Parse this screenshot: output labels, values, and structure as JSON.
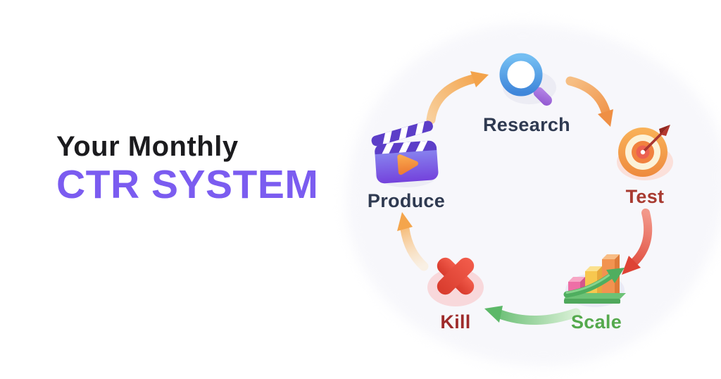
{
  "title": {
    "line1": "Your Monthly",
    "line2": "CTR SYSTEM"
  },
  "colors": {
    "background": "#ffffff",
    "title_dark": "#1b1b1e",
    "accent_purple": "#7b5cf0",
    "arrow_orange": "#f3a34b",
    "arrow_red": "#de4335",
    "arrow_green": "#5cb868"
  },
  "cycle": {
    "steps": [
      {
        "id": "research",
        "label": "Research",
        "icon": "magnifier-icon",
        "label_color": "#2f3a51"
      },
      {
        "id": "test",
        "label": "Test",
        "icon": "target-dart-icon",
        "label_color": "#a83a30"
      },
      {
        "id": "scale",
        "label": "Scale",
        "icon": "bar-chart-growth-icon",
        "label_color": "#55a94d"
      },
      {
        "id": "kill",
        "label": "Kill",
        "icon": "cross-icon",
        "label_color": "#9e2b2b"
      },
      {
        "id": "produce",
        "label": "Produce",
        "icon": "clapperboard-icon",
        "label_color": "#2f3a51"
      }
    ],
    "arrows": [
      {
        "from": "produce",
        "to": "research",
        "color": "#f3a34b"
      },
      {
        "from": "research",
        "to": "test",
        "color": "#ef8f44"
      },
      {
        "from": "test",
        "to": "scale",
        "color": "#de4335"
      },
      {
        "from": "scale",
        "to": "kill",
        "color": "#5cb868"
      },
      {
        "from": "kill",
        "to": "produce",
        "color": "#f4a54c"
      }
    ]
  }
}
